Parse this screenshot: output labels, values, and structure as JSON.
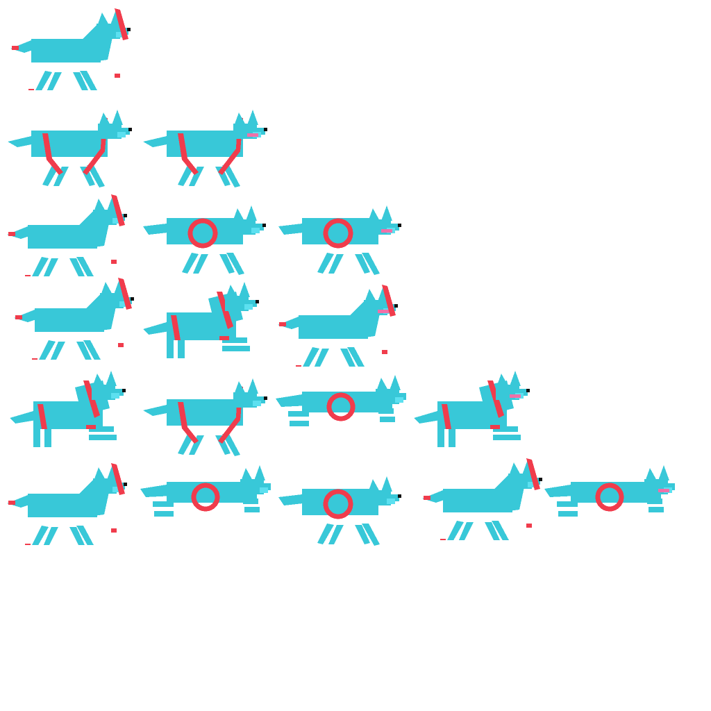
{
  "palette": {
    "body": "#38c8d8",
    "muzzle": "#5ce0f0",
    "collar": "#f03c4c",
    "tongue": "#f070a8",
    "nose": "#101010",
    "background": "#ffffff"
  },
  "rows": [
    {
      "frames": [
        "side-run",
        "",
        "",
        "",
        ""
      ]
    },
    {
      "frames": [
        "collar-loop",
        "collar-loop-tongue",
        "",
        "",
        ""
      ]
    },
    {
      "frames": [
        "side-run",
        "front-ring",
        "front-ring-tongue",
        "",
        ""
      ]
    },
    {
      "frames": [
        "side-run",
        "sitting",
        "side-run-tongue",
        "",
        ""
      ]
    },
    {
      "frames": [
        "sitting",
        "collar-loop",
        "flat-ring",
        "sitting-tongue",
        ""
      ]
    },
    {
      "frames": [
        "side-run",
        "flat-ring",
        "front-ring",
        "side-run",
        "flat-ring-tongue"
      ]
    }
  ]
}
